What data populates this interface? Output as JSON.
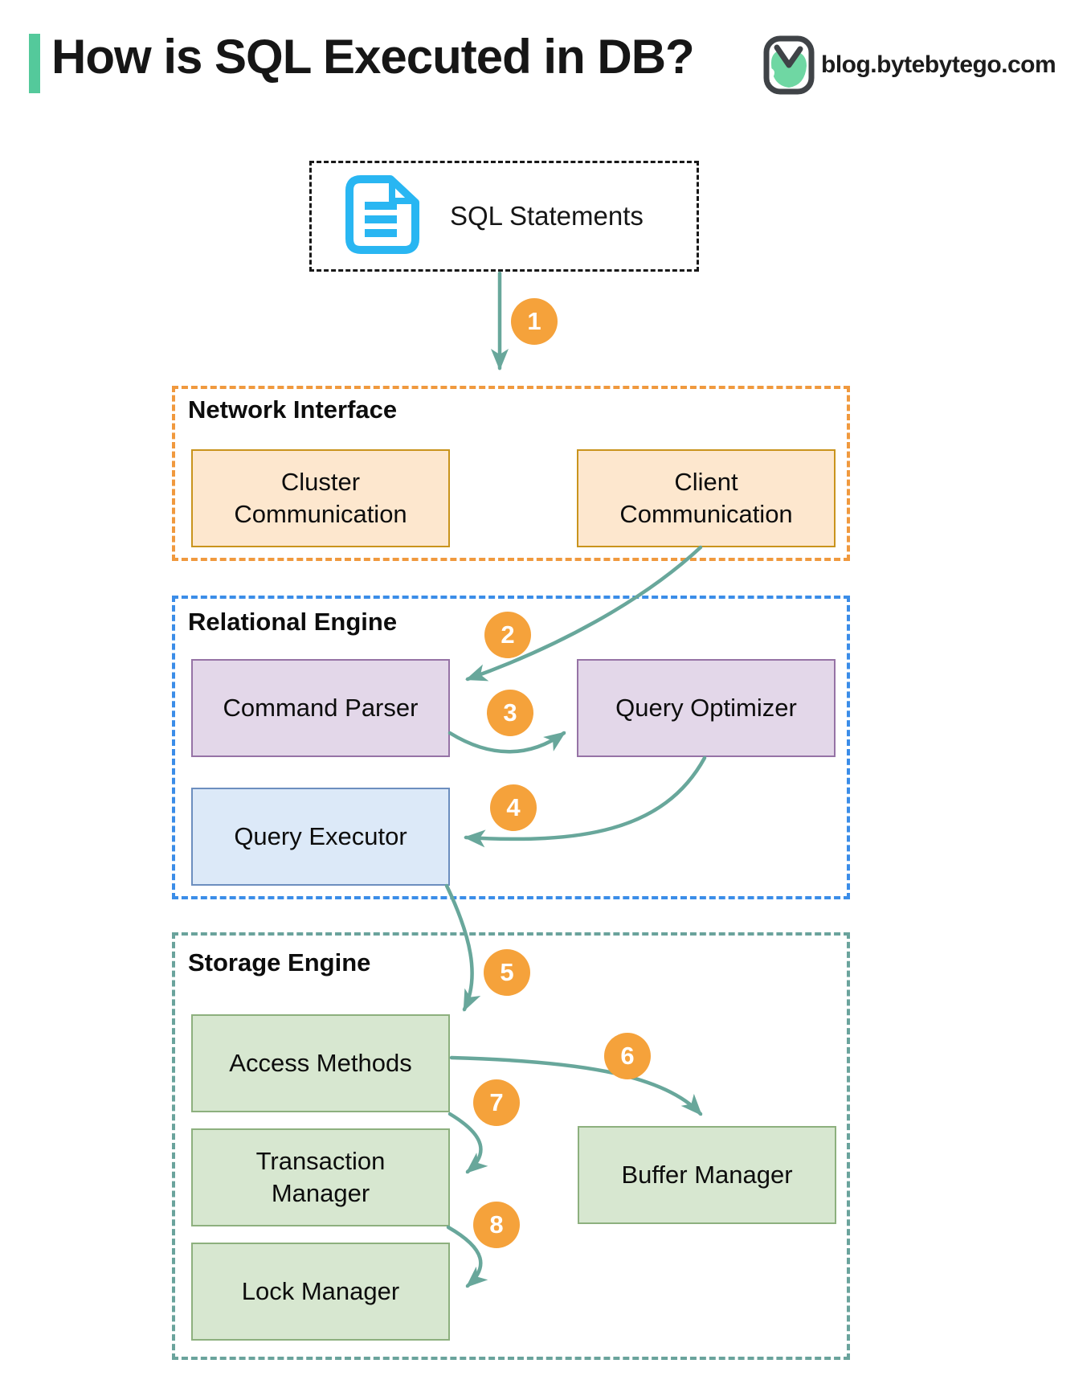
{
  "header": {
    "title": "How is SQL Executed in DB?",
    "site": "blog.bytebytego.com"
  },
  "flow": {
    "source_label": "SQL Statements",
    "steps": [
      "1",
      "2",
      "3",
      "4",
      "5",
      "6",
      "7",
      "8"
    ]
  },
  "sections": {
    "network": {
      "label": "Network Interface",
      "nodes": {
        "cluster": "Cluster Communication",
        "client": "Client Communication"
      }
    },
    "relational": {
      "label": "Relational Engine",
      "nodes": {
        "parser": "Command Parser",
        "optimizer": "Query Optimizer",
        "executor": "Query Executor"
      }
    },
    "storage": {
      "label": "Storage Engine",
      "nodes": {
        "access": "Access Methods",
        "transaction": "Transaction Manager",
        "lock": "Lock Manager",
        "buffer": "Buffer Manager"
      }
    }
  },
  "icons": {
    "source": "document-icon",
    "brand": "bytebytego-logo-icon"
  },
  "colors": {
    "accent": "#54C99B",
    "arrow": "#68A79B",
    "circle": "#F5A23B",
    "dash-orange": "#F0993E",
    "dash-blue": "#3B8DE8",
    "dash-teal": "#6AA39C",
    "fill-orange": "#FDE7CE",
    "stroke-orange": "#C9941D",
    "fill-purple": "#E3D7E9",
    "stroke-purple": "#9673A6",
    "fill-blue": "#DCE9F8",
    "stroke-blue": "#6C8EBF",
    "fill-green": "#D7E7D0",
    "stroke-green": "#8DB07E",
    "doc": "#29B6F2"
  }
}
